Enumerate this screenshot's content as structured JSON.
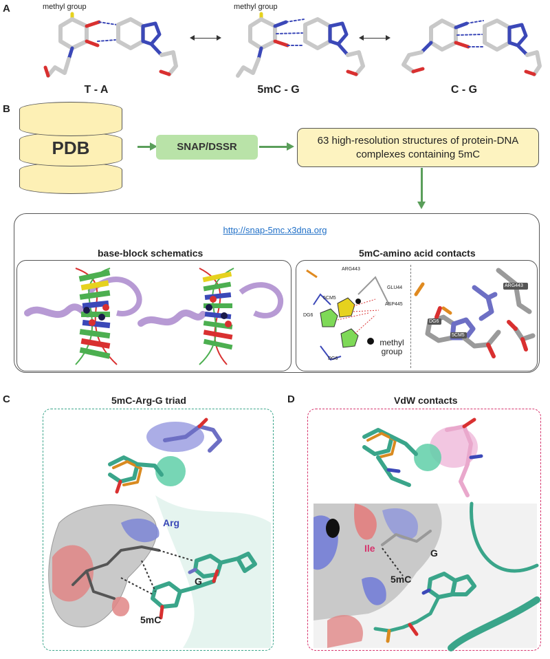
{
  "panel_a": {
    "letter": "A",
    "methyl_label_1": "methyl group",
    "methyl_label_2": "methyl group",
    "pairs": [
      "T - A",
      "5mC - G",
      "C - G"
    ]
  },
  "panel_b": {
    "letter": "B",
    "pdb_label": "PDB",
    "tool_label": "SNAP/DSSR",
    "result_text": "63 high-resolution structures of protein-DNA complexes containing 5mC",
    "url": "http://snap-5mc.x3dna.org",
    "schematics_title": "base-block schematics",
    "contacts_title": "5mC-amino acid contacts",
    "residue_labels": [
      "ARG443",
      "GLU44",
      "ASP445",
      "5CM5",
      "DG6",
      "DG6"
    ],
    "legend_methyl": "methyl group",
    "stick_labels": [
      "ARG443",
      "DG6",
      "5CM5"
    ]
  },
  "panel_c": {
    "letter": "C",
    "title": "5mC-Arg-G triad",
    "labels": {
      "arg": "Arg",
      "g": "G",
      "fivemc": "5mC"
    },
    "border_color": "#3aa58a"
  },
  "panel_d": {
    "letter": "D",
    "title": "VdW contacts",
    "labels": {
      "ile": "Ile",
      "g": "G",
      "fivemc": "5mC"
    },
    "border_color": "#d6336c"
  },
  "colors": {
    "carbon": "#c8c8c8",
    "nitrogen": "#3b48b8",
    "oxygen": "#d93030",
    "methyl": "#e6d21e",
    "teal": "#4db08f",
    "lavender": "#b79ad4",
    "pink": "#e9a8cc"
  }
}
